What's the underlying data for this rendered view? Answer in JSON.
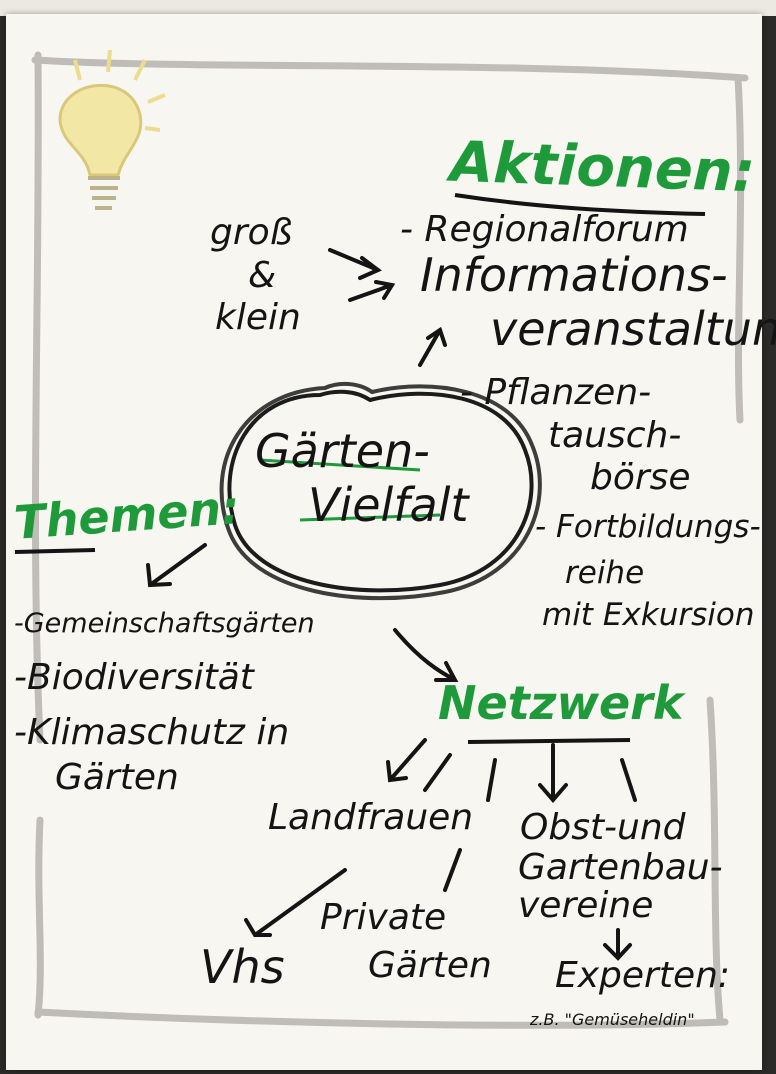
{
  "flipchart": {
    "center_title_line1": "Gärten-",
    "center_title_line2": "Vielfalt",
    "aktionen": {
      "heading": "Aktionen:",
      "items": [
        "- Regionalforum",
        "Informations-",
        "veranstaltung",
        "- Pflanzen-",
        "tausch-",
        "börse",
        "- Fortbildungs-",
        "reihe",
        "mit Exkursion"
      ]
    },
    "gross_klein": {
      "line1": "groß",
      "line2": "&",
      "line3": "klein"
    },
    "themen": {
      "heading": "Themen:",
      "items": [
        "-Gemeinschaftsgärten",
        "-Biodiversität",
        "-Klimaschutz in",
        "Gärten"
      ]
    },
    "netzwerk": {
      "heading": "Netzwerk",
      "items": [
        "Landfrauen",
        "Obst-und",
        "Gartenbau-",
        "vereine",
        "Vhs",
        "Private",
        "Gärten",
        "Experten:",
        "z.B. \"Gemüseheldin\""
      ]
    },
    "colors": {
      "ink": "#141414",
      "accent_green": "#1f9a3a",
      "paper": "#f7f6f1",
      "frame_grey": "#b9b6b1",
      "bulb_yellow": "#f3e7a6"
    },
    "icon": "lightbulb-icon"
  }
}
